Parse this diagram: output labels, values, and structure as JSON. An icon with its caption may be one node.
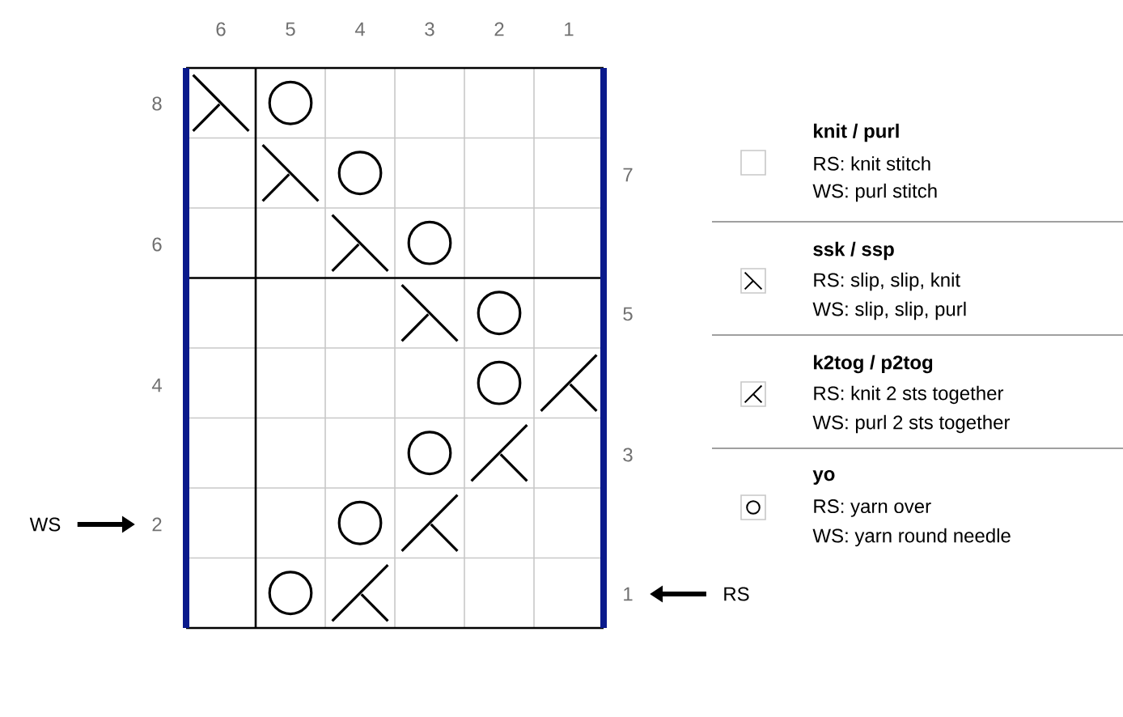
{
  "diagram": {
    "nodes": [
      {
        "text": [
          "WS"
        ]
      },
      {
        "text": [
          "2"
        ]
      },
      {
        "text": [
          "RS"
        ]
      },
      {
        "text": [
          "1"
        ]
      }
    ],
    "edges": [
      {
        "from": 0,
        "to": 1,
        "arrow": "to"
      },
      {
        "from": 2,
        "to": 3,
        "arrow": "to"
      }
    ],
    "labels": [
      "6",
      "5",
      "4",
      "3",
      "2",
      "1",
      "8",
      "7",
      "6",
      "5",
      "4",
      "3",
      "RS: knit stitch",
      "WS: purl stitch",
      "RS: slip, slip, knit",
      "WS: slip, slip, purl",
      "RS: knit 2 sts together",
      "WS: purl 2 sts together",
      "RS: yarn over",
      "WS: yarn round needle"
    ],
    "legend": [
      {
        "text": "knit / purl"
      },
      {
        "text": "ssk / ssp"
      },
      {
        "text": "k2tog / p2tog"
      },
      {
        "text": "yo"
      }
    ]
  }
}
